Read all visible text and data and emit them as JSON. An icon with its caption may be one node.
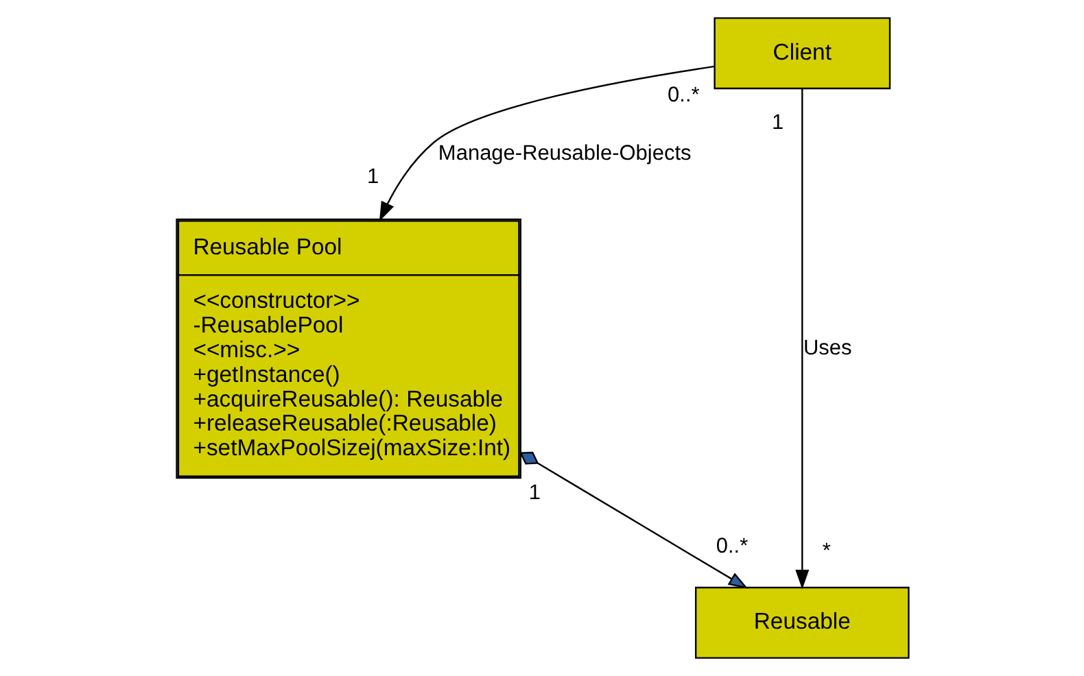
{
  "diagram": {
    "nodes": [
      {
        "text": [
          "Client"
        ]
      },
      {
        "text": [
          "Reusable Pool",
          "<<constructor>>",
          "-ReusablePool",
          "<<misc.>>",
          "+getInstance()",
          "+acquireReusable(): Reusable",
          "+releaseReusable(:Reusable)",
          "+setMaxPoolSizej(maxSize:Int)"
        ]
      },
      {
        "text": [
          "Reusable"
        ]
      }
    ],
    "edges": [
      {
        "from": 0,
        "to": 1,
        "arrow": "to",
        "label": "Manage-Reusable-Objects"
      },
      {
        "from": 0,
        "to": 2,
        "arrow": "to",
        "label": "Uses"
      },
      {
        "from": 1,
        "to": 2,
        "arrow": "to"
      }
    ],
    "labels": [
      "0..*",
      "1",
      "1",
      "*",
      "0..*",
      "1"
    ]
  }
}
